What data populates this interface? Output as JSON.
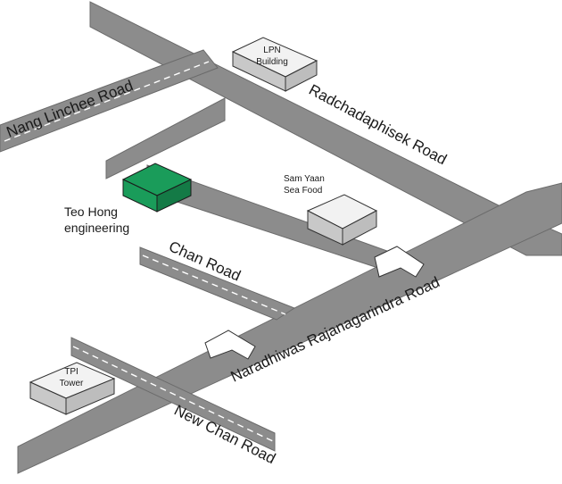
{
  "map": {
    "roads": {
      "radchadaphisek": "Radchadaphisek Road",
      "nang_linchee": "Nang Linchee Road",
      "chan": "Chan Road",
      "naradhiwas": "Naradhiwas Rajanagarindra Road",
      "new_chan": "New Chan Road"
    },
    "buildings": {
      "lpn": [
        "LPN",
        "Building"
      ],
      "sam_yaan": [
        "Sam Yaan",
        "Sea Food"
      ],
      "tpi": [
        "TPI",
        "Tower"
      ]
    },
    "teo_hong": [
      "Teo Hong",
      "engineering"
    ],
    "colors": {
      "road": "#8c8c8c",
      "road_edge": "#6b6b6b",
      "building_top": "#f2f2f2",
      "building_side": "#c8c8c8",
      "teo_hong": "#1a9c5a",
      "lane_dash": "#ffffff"
    }
  }
}
